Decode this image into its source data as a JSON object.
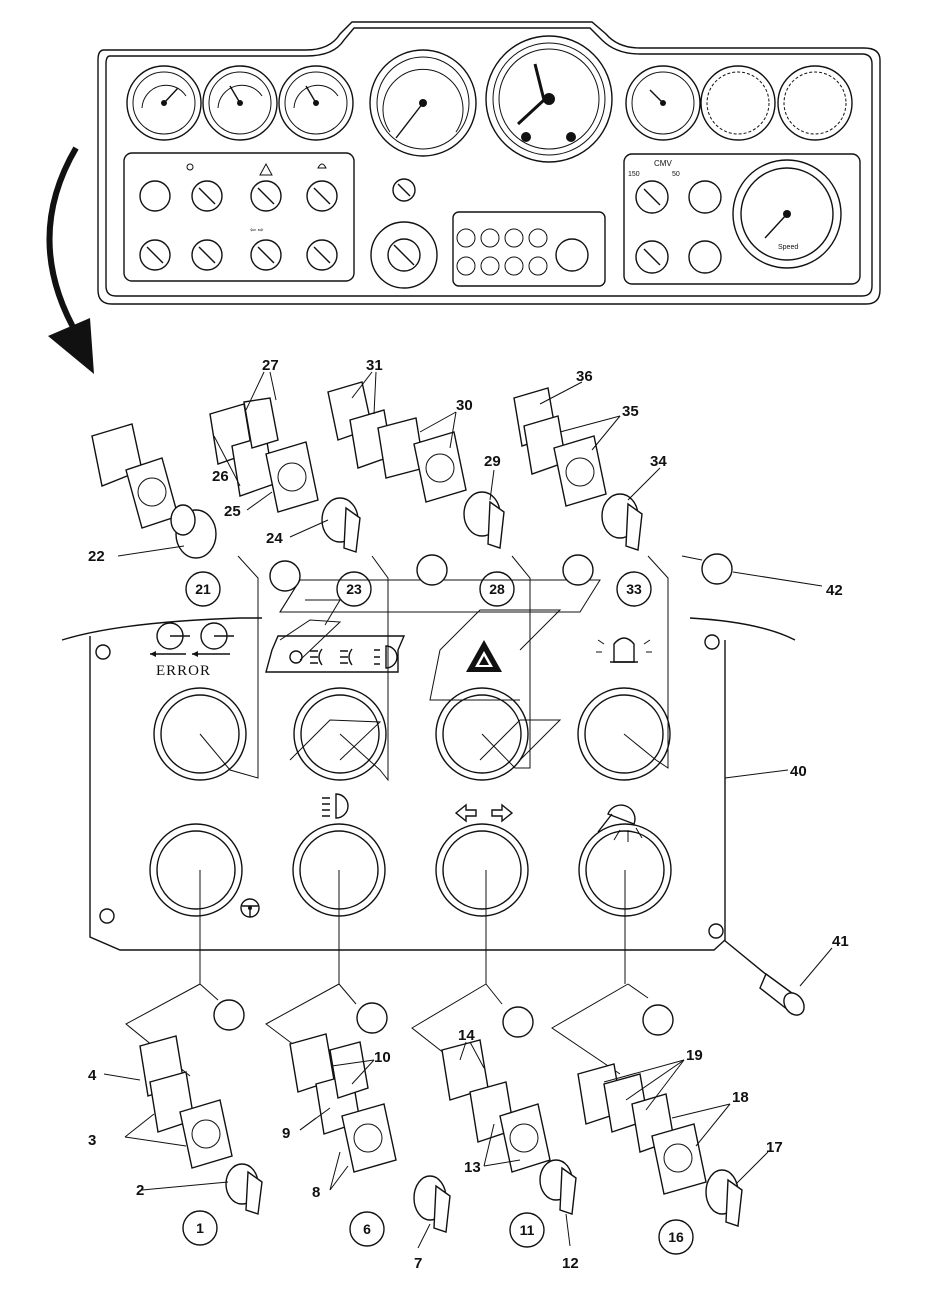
{
  "panel_text": {
    "error": "ERROR",
    "cmv": "CMV",
    "cmv_left": "150",
    "cmv_right": "50",
    "speed": "Speed"
  },
  "callouts": {
    "circled": [
      "1",
      "6",
      "11",
      "16",
      "21",
      "23",
      "28",
      "33"
    ],
    "plain": [
      "2",
      "3",
      "4",
      "7",
      "8",
      "9",
      "10",
      "12",
      "13",
      "14",
      "17",
      "18",
      "19",
      "22",
      "24",
      "25",
      "26",
      "27",
      "29",
      "30",
      "31",
      "34",
      "35",
      "36",
      "40",
      "41",
      "42"
    ]
  },
  "icons": [
    "rotation-arrows-icon",
    "light-switch-icon",
    "hazard-triangle-icon",
    "beacon-icon",
    "headlight-icon",
    "turn-signal-icon",
    "work-light-icon",
    "steering-wheel-icon",
    "curved-arrow-icon"
  ]
}
